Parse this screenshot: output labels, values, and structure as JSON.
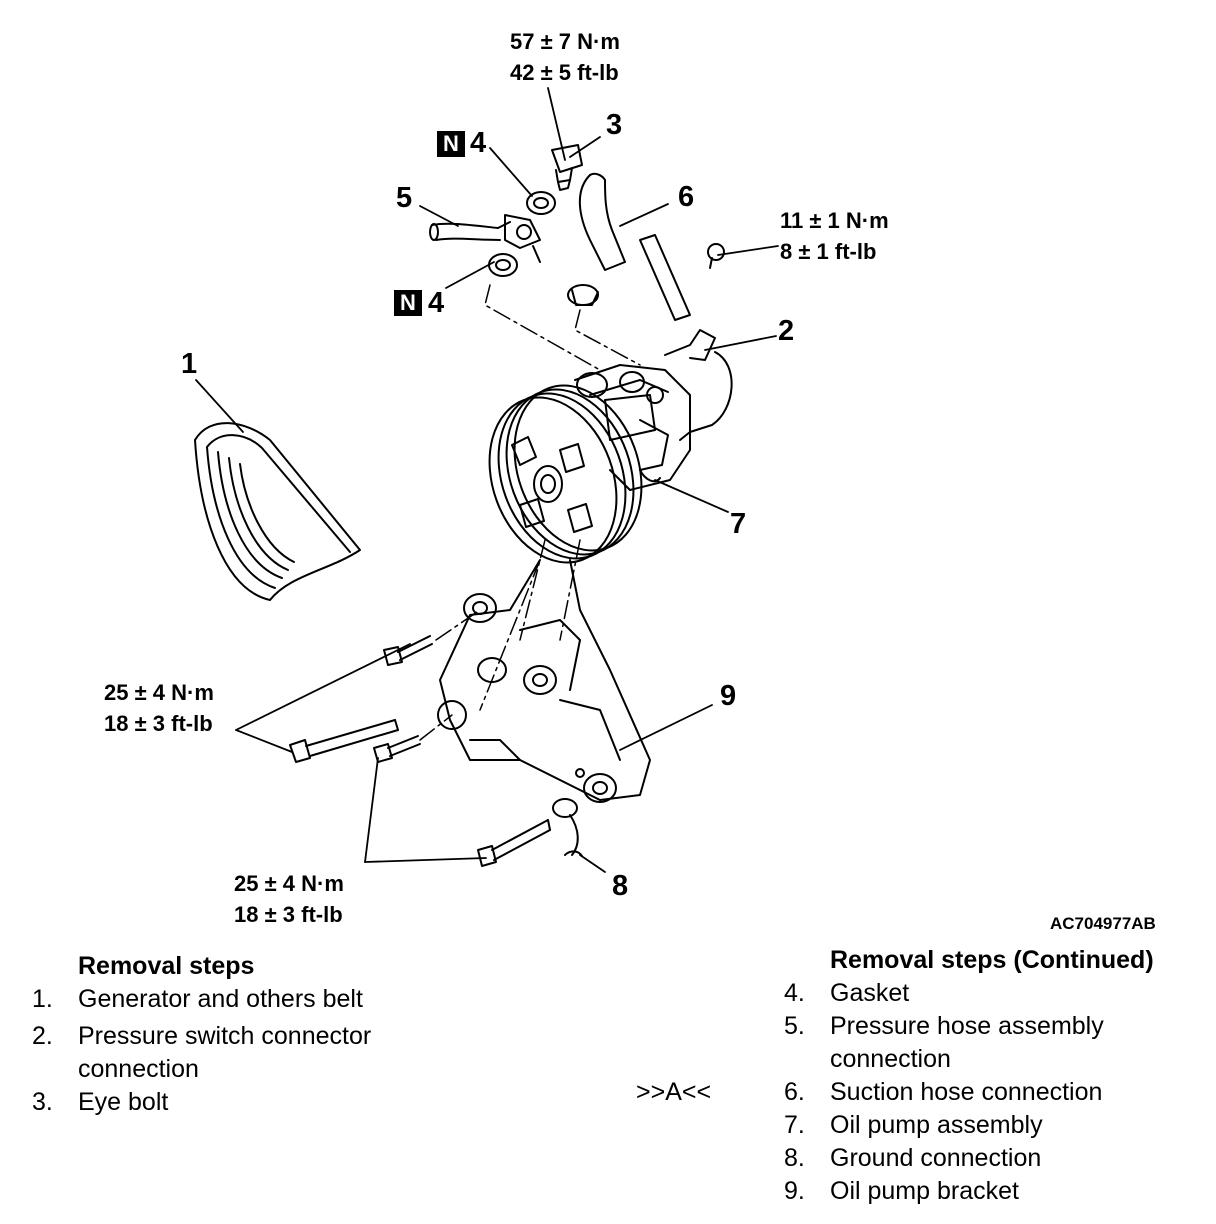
{
  "diagram": {
    "reference_code": "AC704977AB",
    "new_part_mark": "N",
    "torques": {
      "eye_bolt": [
        "57 ± 7 N·m",
        "42 ± 5 ft-lb"
      ],
      "pressure_switch_bolt": [
        "11 ± 1 N·m",
        "8 ± 1 ft-lb"
      ],
      "bracket_bolts_upper": [
        "25 ± 4 N·m",
        "18 ± 3 ft-lb"
      ],
      "bracket_bolts_lower": [
        "25 ± 4 N·m",
        "18 ± 3 ft-lb"
      ]
    },
    "callouts": {
      "c1": "1",
      "c2": "2",
      "c3": "3",
      "c4a": "4",
      "c4b": "4",
      "c5": "5",
      "c6": "6",
      "c7": "7",
      "c8": "8",
      "c9": "9"
    }
  },
  "removal_steps": {
    "title": "Removal steps",
    "items": [
      {
        "num": "1.",
        "text": "Generator and others belt"
      },
      {
        "num": "2.",
        "text": "Pressure switch connector connection"
      },
      {
        "num": "3.",
        "text": "Eye bolt"
      }
    ]
  },
  "removal_steps_continued": {
    "title": "Removal steps (Continued)",
    "marker": ">>A<<",
    "items": [
      {
        "num": "4.",
        "text": "Gasket"
      },
      {
        "num": "5.",
        "text": "Pressure hose assembly connection"
      },
      {
        "num": "6.",
        "text": "Suction hose connection"
      },
      {
        "num": "7.",
        "text": "Oil pump assembly"
      },
      {
        "num": "8.",
        "text": "Ground connection"
      },
      {
        "num": "9.",
        "text": "Oil pump bracket"
      }
    ]
  }
}
